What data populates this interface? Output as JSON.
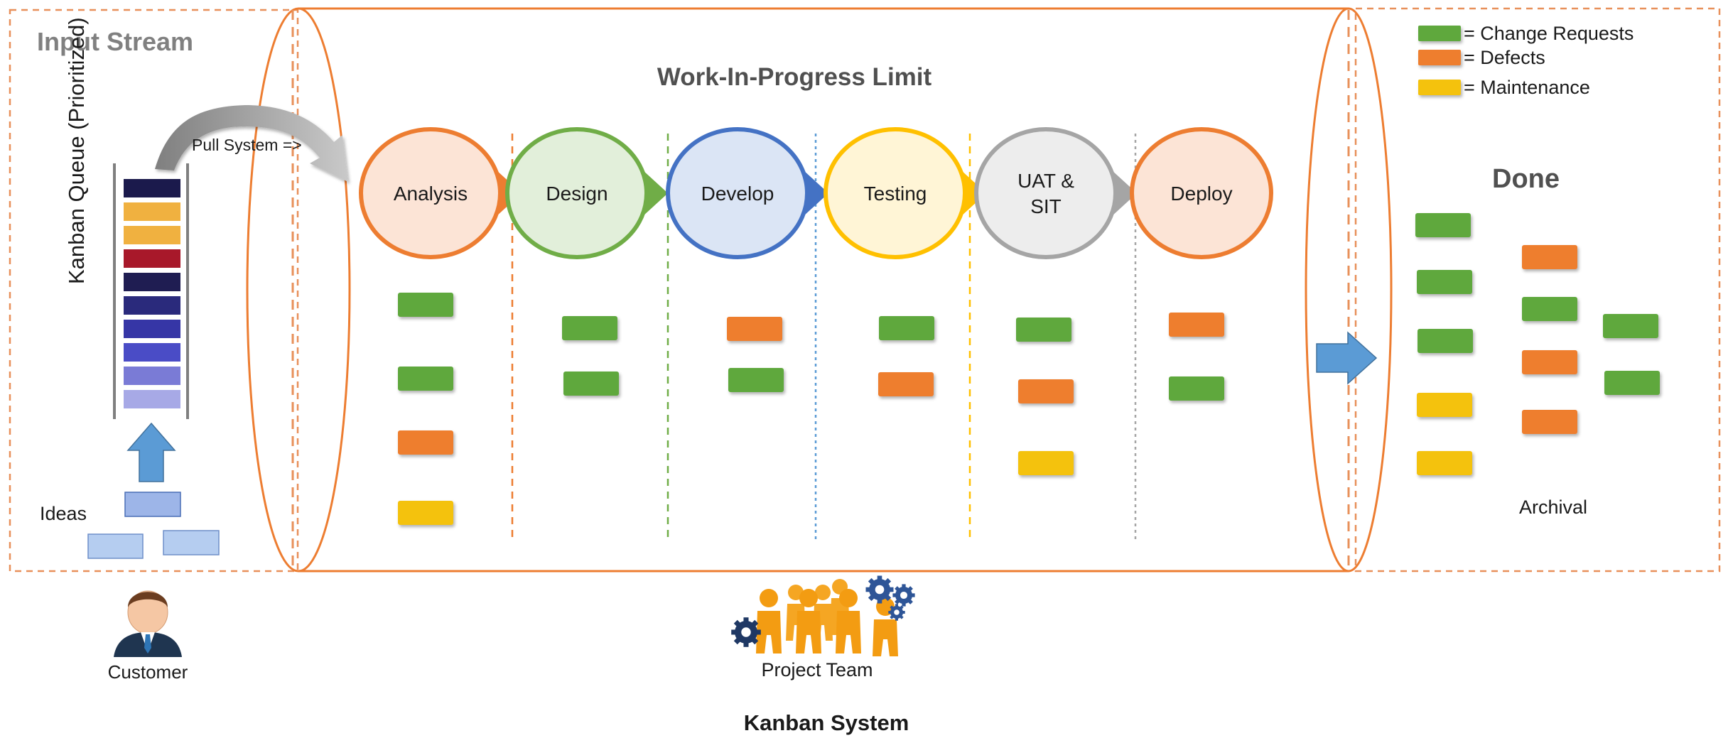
{
  "input_stream_title": "Input Stream",
  "wip_limit_title": "Work-In-Progress  Limit",
  "done_title": "Done",
  "queue_label": "Kanban Queue (Prioritized)",
  "pull_label": "Pull System =>",
  "ideas_label": "Ideas",
  "customer_label": "Customer",
  "team_label": "Project Team",
  "system_title": "Kanban System",
  "archival_label": "Archival",
  "legend": [
    {
      "label": "= Change Requests",
      "color": "#5ea83c"
    },
    {
      "label": "= Defects",
      "color": "#ee7e2d"
    },
    {
      "label": "= Maintenance",
      "color": "#f4c20d"
    }
  ],
  "stages": [
    {
      "name": "Analysis",
      "lines": [
        "Analysis"
      ],
      "border": "#ed7d31",
      "fill": "#fce4d6",
      "arrow": "#ed7d31",
      "divider": "#ed7d31"
    },
    {
      "name": "Design",
      "lines": [
        "Design"
      ],
      "border": "#70ad47",
      "fill": "#e2efda",
      "arrow": "#70ad47",
      "divider": "#70ad47"
    },
    {
      "name": "Develop",
      "lines": [
        "Develop"
      ],
      "border": "#4472c4",
      "fill": "#dbe5f5",
      "arrow": "#4472c4",
      "divider": "#5b9bd5"
    },
    {
      "name": "Testing",
      "lines": [
        "Testing"
      ],
      "border": "#ffc000",
      "fill": "#fff5d6",
      "arrow": "#ffc000",
      "divider": "#ffc000"
    },
    {
      "name": "UAT & SIT",
      "lines": [
        "UAT &",
        "SIT"
      ],
      "border": "#a5a5a5",
      "fill": "#ededed",
      "arrow": "#a5a5a5",
      "divider": "#a5a5a5"
    },
    {
      "name": "Deploy",
      "lines": [
        "Deploy"
      ],
      "border": "#ed7d31",
      "fill": "#fce4d6",
      "arrow": null,
      "divider": null
    }
  ],
  "stage_cards": [
    [
      "change_request",
      "change_request",
      "defect",
      "maintenance"
    ],
    [
      "change_request",
      "change_request"
    ],
    [
      "defect",
      "change_request"
    ],
    [
      "change_request",
      "defect"
    ],
    [
      "change_request",
      "defect",
      "maintenance"
    ],
    [
      "defect",
      "change_request"
    ]
  ],
  "done_columns": [
    [
      "change_request",
      "change_request",
      "change_request",
      "maintenance",
      "maintenance"
    ],
    [
      "defect",
      "change_request",
      "defect",
      "defect"
    ],
    [
      "change_request",
      "change_request"
    ]
  ],
  "card_colors": {
    "change_request": "#5ea83c",
    "defect": "#ee7e2d",
    "maintenance": "#f4c20d"
  },
  "queue_colors": [
    "#1b1a4c",
    "#f0b140",
    "#f0b140",
    "#a8182a",
    "#1f1d52",
    "#2a2a7c",
    "#3636a6",
    "#4a4cc6",
    "#7a7bd6",
    "#a7a9e6"
  ]
}
